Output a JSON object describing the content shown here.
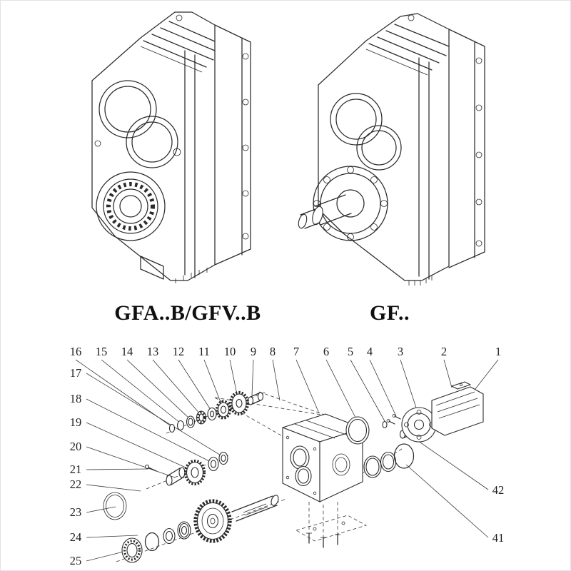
{
  "artwork": {
    "background": "#ffffff",
    "line_color": "#2b2b2b",
    "description_left": "shaft-mounted helical gear unit, isometric line drawing",
    "description_right": "flange-mounted helical gear unit with output shaft, isometric line drawing",
    "description_bottom": "exploded parts diagram with numbered callouts"
  },
  "models": {
    "left_label": "GFA..B/GFV..B",
    "right_label": "GF.."
  },
  "exploded_view": {
    "top_row_numbers": [
      "16",
      "15",
      "14",
      "13",
      "12",
      "11",
      "10",
      "9",
      "8",
      "7",
      "6",
      "5",
      "4",
      "3",
      "2",
      "1"
    ],
    "left_column_numbers": [
      "17",
      "18",
      "19",
      "20",
      "21",
      "22",
      "23",
      "24",
      "25"
    ],
    "right_column_numbers": [
      "42",
      "41"
    ]
  }
}
